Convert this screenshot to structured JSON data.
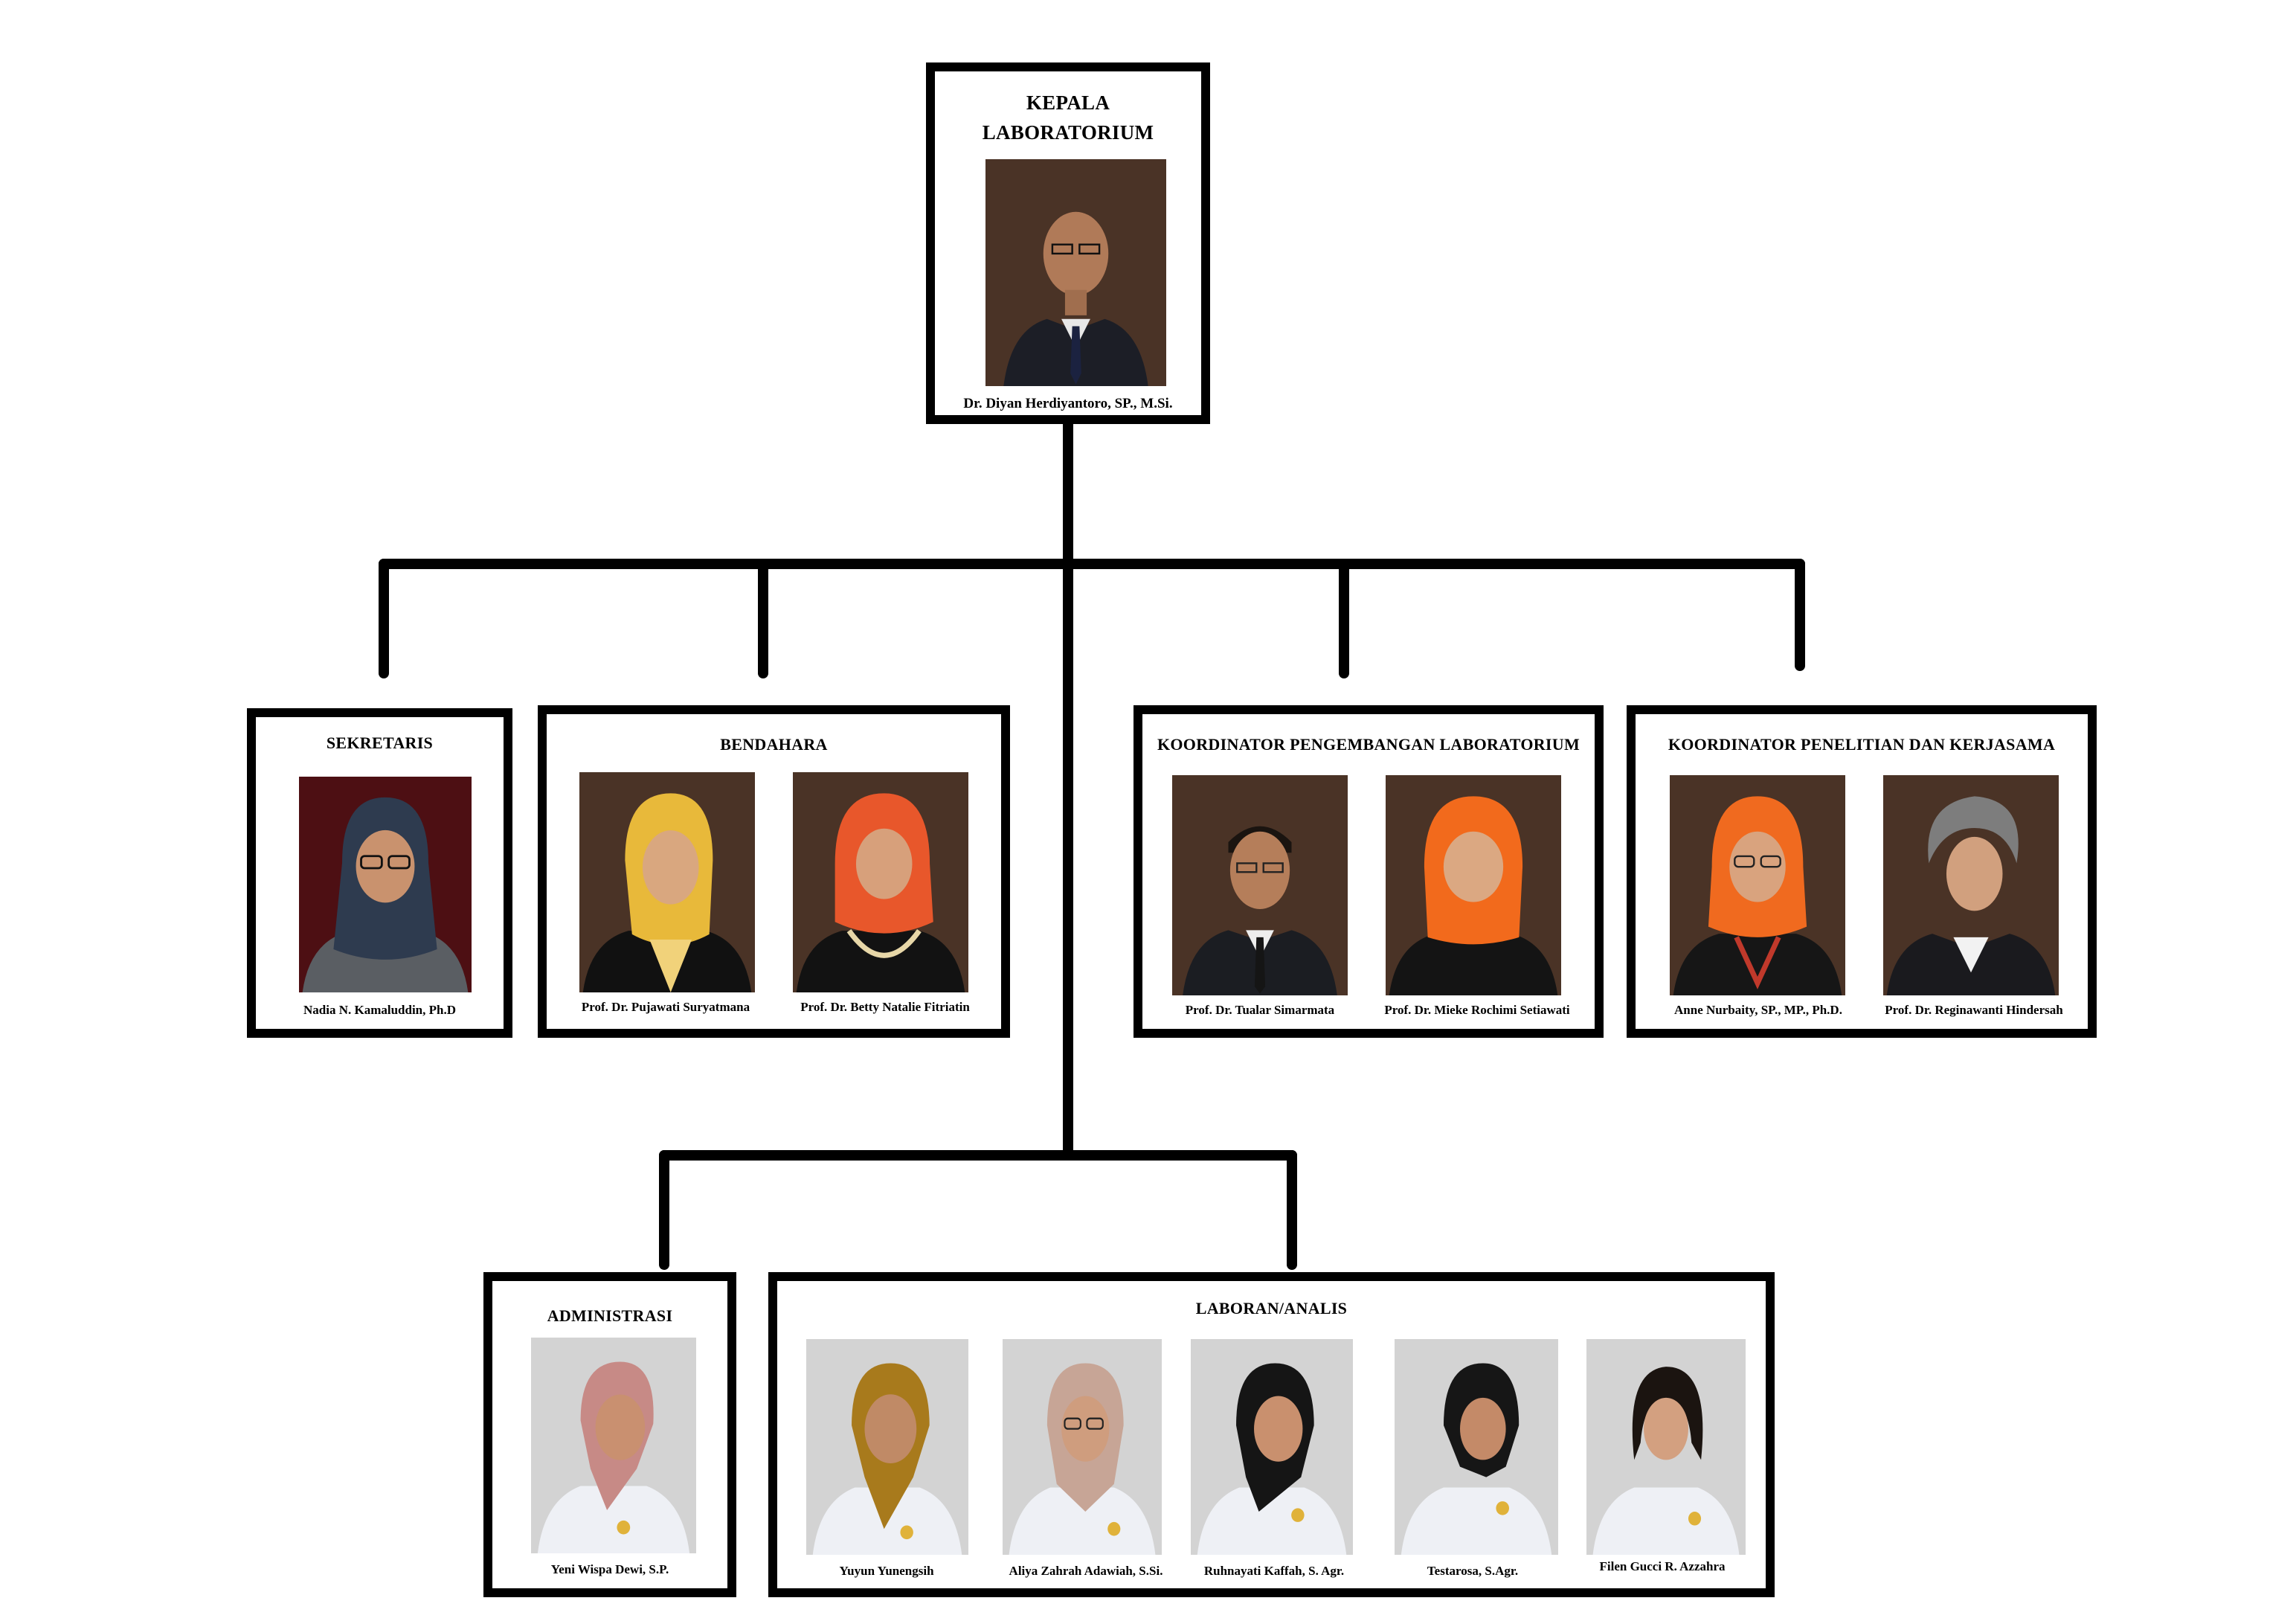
{
  "head": {
    "title_line1": "KEPALA",
    "title_line2": "LABORATORIUM",
    "name": "Dr. Diyan Herdiyantoro, SP., M.Si."
  },
  "sekretaris": {
    "title": "SEKRETARIS",
    "members": [
      {
        "name": "Nadia N. Kamaluddin, Ph.D"
      }
    ]
  },
  "bendahara": {
    "title": "BENDAHARA",
    "members": [
      {
        "name": "Prof. Dr. Pujawati Suryatmana"
      },
      {
        "name": "Prof. Dr. Betty Natalie Fitriatin"
      }
    ]
  },
  "pengembangan": {
    "title": "KOORDINATOR PENGEMBANGAN LABORATORIUM",
    "members": [
      {
        "name": "Prof. Dr. Tualar Simarmata"
      },
      {
        "name": "Prof. Dr. Mieke Rochimi Setiawati"
      }
    ]
  },
  "penelitian": {
    "title": "KOORDINATOR PENELITIAN DAN KERJASAMA",
    "members": [
      {
        "name": "Anne Nurbaity, SP., MP., Ph.D."
      },
      {
        "name": "Prof. Dr. Reginawanti Hindersah"
      }
    ]
  },
  "administrasi": {
    "title": "ADMINISTRASI",
    "members": [
      {
        "name": "Yeni Wispa Dewi, S.P."
      }
    ]
  },
  "laboran": {
    "title": "LABORAN/ANALIS",
    "members": [
      {
        "name": "Yuyun Yunengsih"
      },
      {
        "name": "Aliya Zahrah Adawiah, S.Si."
      },
      {
        "name": "Ruhnayati  Kaffah, S. Agr."
      },
      {
        "name": "Testarosa, S.Agr."
      },
      {
        "name": "Filen Gucci R. Azzahra"
      }
    ]
  },
  "colors": {
    "line": "#000000",
    "studio_bg": "#4a3326",
    "lab_bg": "#d3d3d3",
    "lab_coat": "#eef0f5"
  }
}
